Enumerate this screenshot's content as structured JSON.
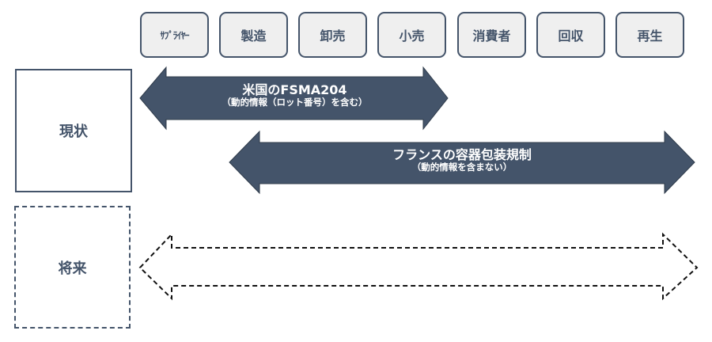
{
  "stages": [
    {
      "label": "ｻﾌﾟﾗｲﾔｰ"
    },
    {
      "label": "製造"
    },
    {
      "label": "卸売"
    },
    {
      "label": "小売"
    },
    {
      "label": "消費者"
    },
    {
      "label": "回収"
    },
    {
      "label": "再生"
    }
  ],
  "rows": {
    "current": {
      "label": "現状"
    },
    "future": {
      "label": "将来"
    }
  },
  "arrows": {
    "fsma": {
      "title": "米国のFSMA204",
      "subtitle": "（動的情報（ロット番号）を含む）",
      "from_stage": "ｻﾌﾟﾗｲﾔｰ",
      "to_stage": "小売"
    },
    "france": {
      "title": "フランスの容器包装規制",
      "subtitle": "（動的情報を含まない）",
      "from_stage": "製造",
      "to_stage": "再生"
    },
    "future": {
      "title": "",
      "subtitle": "",
      "from_stage": "ｻﾌﾟﾗｲﾔｰ",
      "to_stage": "再生",
      "style": "dashed"
    }
  },
  "colors": {
    "arrow_fill": "#44546a",
    "box_border": "#44546a",
    "step_bg": "#efefef"
  }
}
